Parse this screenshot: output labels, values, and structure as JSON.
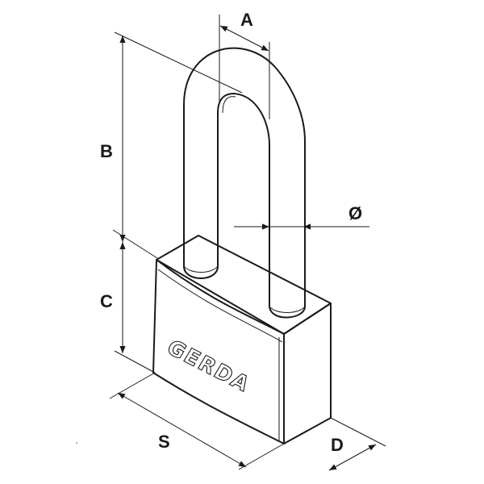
{
  "labels": {
    "a": "A",
    "b": "B",
    "c": "C",
    "d": "D",
    "s": "S",
    "diameter": "Ø"
  },
  "brand": "GERDA",
  "colors": {
    "line": "#1a1a1a",
    "background": "#ffffff"
  }
}
